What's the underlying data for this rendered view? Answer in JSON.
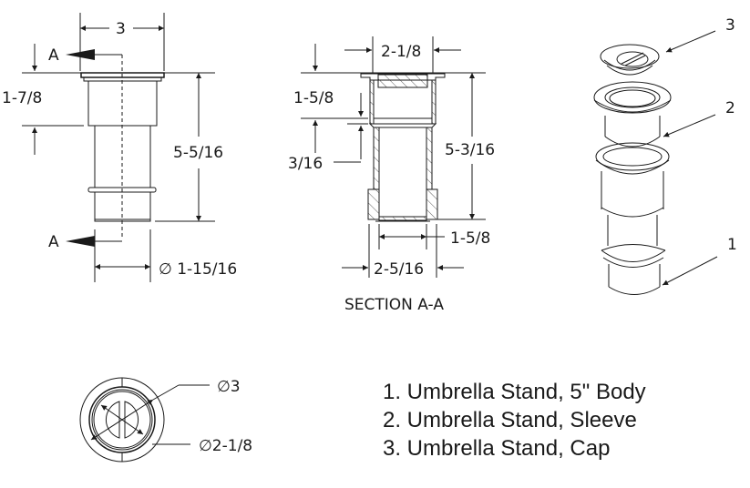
{
  "front_view": {
    "section_label_top": "A",
    "section_label_bottom": "A",
    "dim_width": "3",
    "dim_upper_height": "1-7/8",
    "dim_total_height": "5-5/16",
    "dim_bottom_diameter": "∅ 1-15/16"
  },
  "section_view": {
    "title": "SECTION A-A",
    "dim_top_width": "2-1/8",
    "dim_sleeve_depth": "1-5/8",
    "dim_step": "3/16",
    "dim_total_height": "5-3/16",
    "dim_inner_bottom": "1-5/8",
    "dim_outer_bottom": "2-5/16"
  },
  "top_view": {
    "dim_outer_diameter": "∅3",
    "dim_inner_diameter": "∅2-1/8"
  },
  "isometric_view": {
    "balloons": [
      "3",
      "2",
      "1"
    ]
  },
  "parts_list": [
    "1. Umbrella Stand, 5\" Body",
    "2. Umbrella Stand, Sleeve",
    "3. Umbrella Stand, Cap"
  ]
}
